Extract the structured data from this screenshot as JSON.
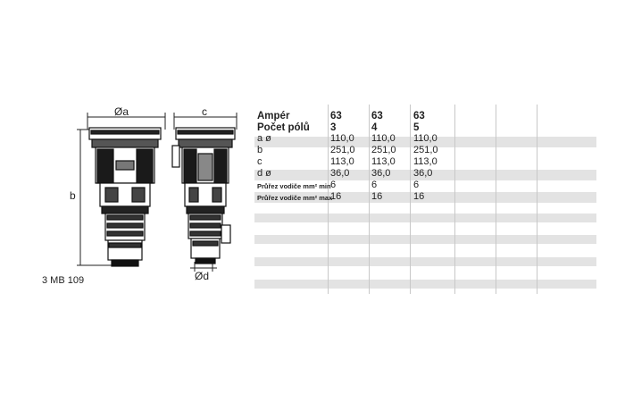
{
  "figure": {
    "labels": {
      "a": "Øa",
      "b": "b",
      "c": "c",
      "d": "Ød"
    },
    "code": "3 MB 109"
  },
  "table": {
    "rows": [
      {
        "label": "Ampér",
        "values": [
          "63",
          "63",
          "63"
        ]
      },
      {
        "label": "Počet pólů",
        "values": [
          "3",
          "4",
          "5"
        ]
      },
      {
        "label": "a ø",
        "values": [
          "110,0",
          "110,0",
          "110,0"
        ]
      },
      {
        "label": "b",
        "values": [
          "251,0",
          "251,0",
          "251,0"
        ]
      },
      {
        "label": "c",
        "values": [
          "113,0",
          "113,0",
          "113,0"
        ]
      },
      {
        "label": "d ø",
        "values": [
          "36,0",
          "36,0",
          "36,0"
        ]
      },
      {
        "label": "Průřez vodiče mm² min",
        "values": [
          "6",
          "6",
          "6"
        ]
      },
      {
        "label": "Průřez vodiče mm² max",
        "values": [
          "16",
          "16",
          "16"
        ]
      }
    ]
  },
  "colors": {
    "stripe": "#e3e3e3",
    "ink": "#222222",
    "grid": "#c8c8c8"
  }
}
